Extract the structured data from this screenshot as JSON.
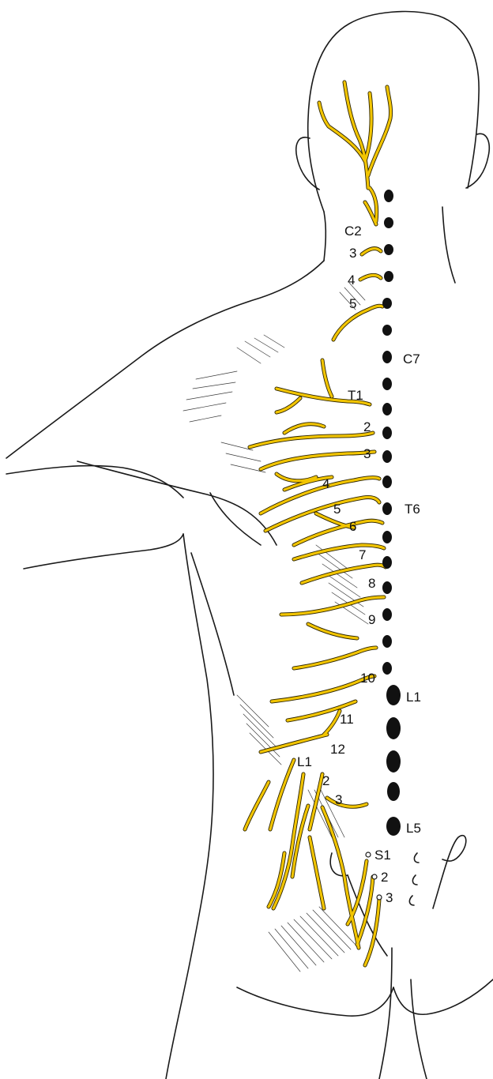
{
  "colors": {
    "nerve": "#f2c500",
    "outline": "#1a1a1a",
    "vertebra": "#111111"
  },
  "labels": {
    "c2": "C2",
    "c3": "3",
    "c4": "4",
    "c5": "5",
    "c7": "C7",
    "t1": "T1",
    "t2": "2",
    "t3": "3",
    "t4": "4",
    "t5": "5",
    "t6_num": "6",
    "t6": "T6",
    "t7": "7",
    "t8": "8",
    "t9": "9",
    "t10": "10",
    "t11": "11",
    "t12": "12",
    "l1_left": "L1",
    "l1": "L1",
    "l2": "2",
    "l3": "3",
    "l5": "L5",
    "s1": "S1",
    "s2": "2",
    "s3": "3"
  }
}
